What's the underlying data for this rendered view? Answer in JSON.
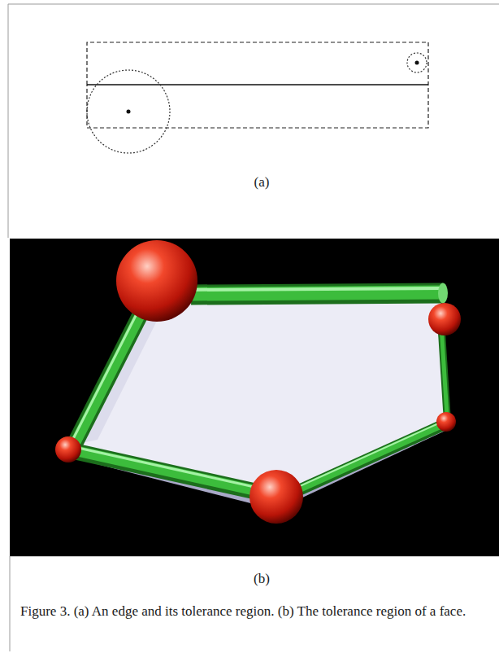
{
  "diagram": {
    "caption": "Figure 3. (a) An edge and its tolerance region. (b) The tolerance region of a face.",
    "labels": [
      "(a)",
      "(b)"
    ]
  }
}
